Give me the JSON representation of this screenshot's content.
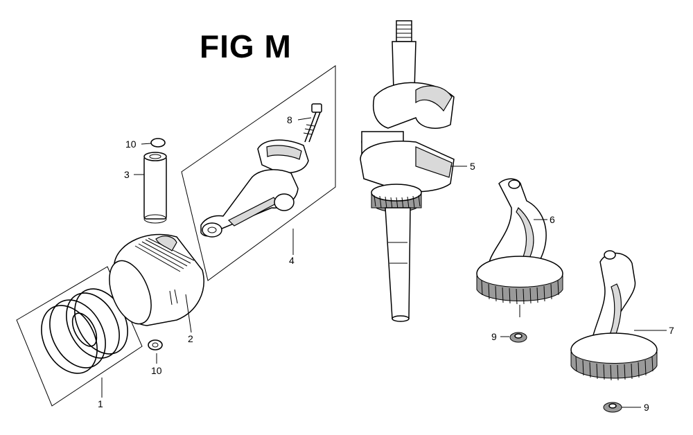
{
  "figure": {
    "title": "FIG M"
  },
  "callouts": [
    {
      "id": "c1",
      "label": "1"
    },
    {
      "id": "c2",
      "label": "2"
    },
    {
      "id": "c3",
      "label": "3"
    },
    {
      "id": "c4",
      "label": "4"
    },
    {
      "id": "c5",
      "label": "5"
    },
    {
      "id": "c6",
      "label": "6"
    },
    {
      "id": "c7",
      "label": "7"
    },
    {
      "id": "c8",
      "label": "8"
    },
    {
      "id": "c9a",
      "label": "9"
    },
    {
      "id": "c9b",
      "label": "9"
    },
    {
      "id": "c10a",
      "label": "10"
    },
    {
      "id": "c10b",
      "label": "10"
    }
  ]
}
